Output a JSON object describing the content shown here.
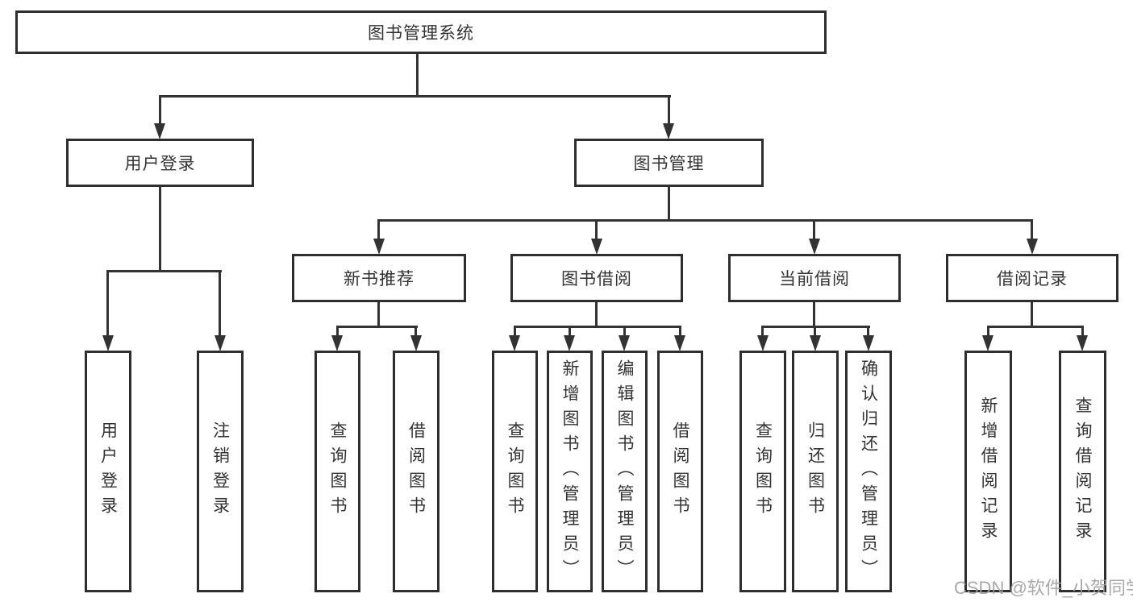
{
  "diagram": {
    "root": {
      "label": "图书管理系统"
    },
    "branches": [
      {
        "label": "用户登录",
        "children": [
          {
            "label": "用户登录"
          },
          {
            "label": "注销登录"
          }
        ]
      },
      {
        "label": "图书管理",
        "children": [
          {
            "label": "新书推荐",
            "children": [
              {
                "label": "查询图书"
              },
              {
                "label": "借阅图书"
              }
            ]
          },
          {
            "label": "图书借阅",
            "children": [
              {
                "label": "查询图书"
              },
              {
                "label": "新增图书（管理员）"
              },
              {
                "label": "编辑图书（管理员）"
              },
              {
                "label": "借阅图书"
              }
            ]
          },
          {
            "label": "当前借阅",
            "children": [
              {
                "label": "查询图书"
              },
              {
                "label": "归还图书"
              },
              {
                "label": "确认归还（管理员）"
              }
            ]
          },
          {
            "label": "借阅记录",
            "children": [
              {
                "label": "新增借阅记录"
              },
              {
                "label": "查询借阅记录"
              }
            ]
          }
        ]
      }
    ]
  },
  "watermark": {
    "text": "CSDN @软件_小贺同学"
  },
  "colors": {
    "background": "#ffffff",
    "line": "#333333",
    "box_border": "#2e2e2e",
    "box_fill": "#ffffff",
    "text": "#333333",
    "watermark": "#9e9e9e"
  }
}
